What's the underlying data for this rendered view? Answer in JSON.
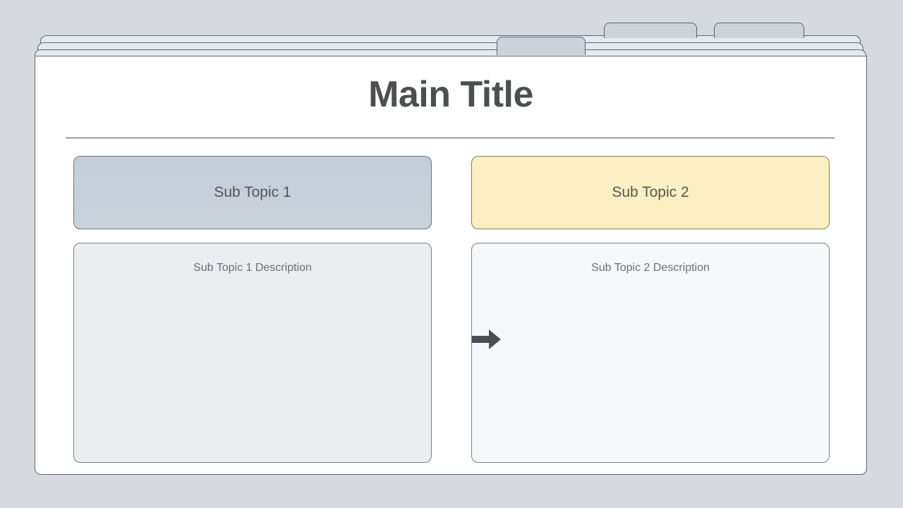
{
  "slide": {
    "title": "Main Title",
    "columns": [
      {
        "topic_label": "Sub Topic 1",
        "description": "Sub Topic 1 Description",
        "topic_color": "#c9d2db",
        "topic_border": "#6d737a",
        "desc_color": "#ebedf1"
      },
      {
        "topic_label": "Sub Topic 2",
        "description": "Sub Topic 2 Description",
        "topic_color": "#fcefc2",
        "topic_border": "#8f7f4e",
        "desc_color": "#f7f8f9"
      }
    ],
    "connector": {
      "icon": "arrow-right-icon",
      "color": "#4c5054"
    },
    "theme": {
      "background": "#d6dade",
      "card_background": "#ffffff",
      "card_border": "#5c6670",
      "layer_background": "#e4ebf0",
      "tab_background": "#ccd4da",
      "title_color": "#4c4f52",
      "divider_color": "#4a4a4a",
      "text_muted": "#6b7076"
    },
    "tabs": [
      {
        "name": "tab-top-left"
      },
      {
        "name": "tab-top-right"
      },
      {
        "name": "tab-second-row"
      }
    ],
    "layers": [
      {
        "name": "stack-layer-back"
      },
      {
        "name": "stack-layer-middle"
      },
      {
        "name": "stack-layer-front"
      }
    ]
  }
}
